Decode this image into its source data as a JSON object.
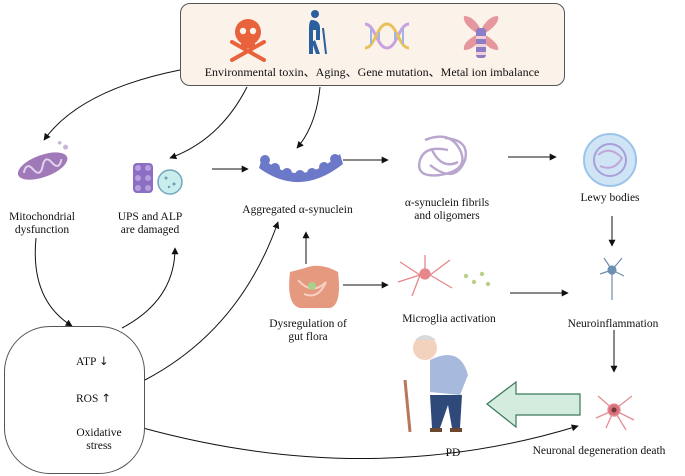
{
  "causes": {
    "text": "Environmental toxin、Aging、Gene mutation、Metal ion imbalance",
    "icons": [
      "skull-crossbones-icon",
      "elderly-person-with-cane-icon",
      "dna-helix-icon",
      "chromosome-icon"
    ]
  },
  "nodes": {
    "mito": [
      "Mitochondrial",
      "dysfunction"
    ],
    "ups": [
      "UPS and ALP",
      "are damaged"
    ],
    "aggregated": "Aggregated α-synuclein",
    "fibrils": [
      "α-synuclein fibrils",
      "and oligomers"
    ],
    "lewy": "Lewy bodies",
    "gut": [
      "Dysregulation of",
      "gut flora"
    ],
    "microglia": "Microglia activation",
    "neuroinflammation": "Neuroinflammation",
    "neuronal_death": "Neuronal degeneration death",
    "pd": "PD"
  },
  "biomarkers": {
    "atp": "ATP",
    "atp_arrow": "↓",
    "ros": "ROS",
    "ros_arrow": "↑",
    "oxidative": [
      "Oxidative",
      "stress"
    ]
  },
  "colors": {
    "box_fill": "#fbf2ea",
    "skull": "#e8623c",
    "person": "#2c5f9e",
    "mito": "#a07ab8",
    "aggregate": "#6c78c8",
    "fibril": "#b9a6cf",
    "lewy": "#9cc4ea",
    "gut": "#e59a80",
    "microglia": "#e6878a",
    "big_arrow": "#d4ecde"
  }
}
